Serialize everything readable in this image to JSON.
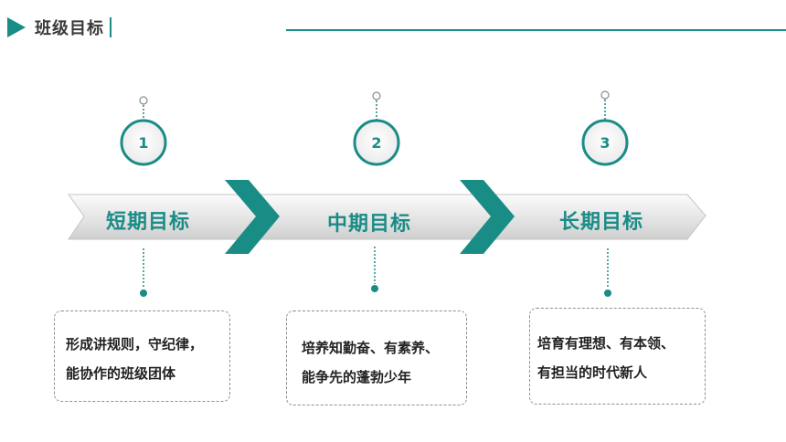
{
  "header": {
    "title": "班级目标"
  },
  "colors": {
    "accent": "#1a8c86",
    "arrow_fill": "#e6e6e6",
    "text_dark": "#222222"
  },
  "stages": [
    {
      "number": "1",
      "label": "短期目标",
      "desc_lines": [
        "形成讲规则，守纪律，",
        "能协作的班级团体"
      ]
    },
    {
      "number": "2",
      "label": "中期目标",
      "desc_lines": [
        "培养知勤奋、有素养、",
        "能争先的蓬勃少年"
      ]
    },
    {
      "number": "3",
      "label": "长期目标",
      "desc_lines": [
        "培育有理想、有本领、",
        "有担当的时代新人"
      ]
    }
  ]
}
